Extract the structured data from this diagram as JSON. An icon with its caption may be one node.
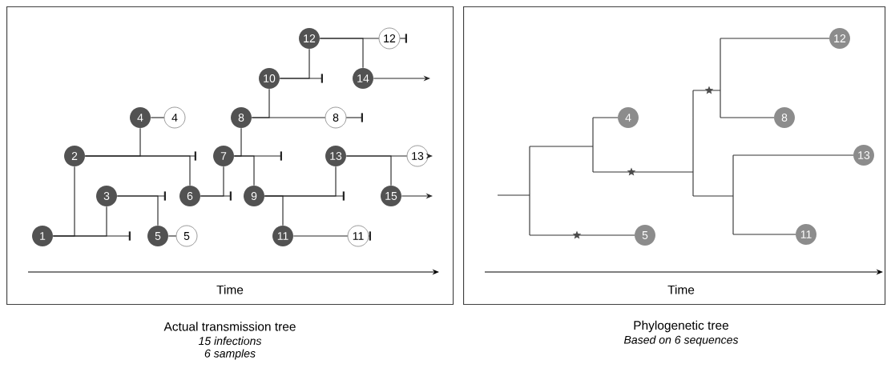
{
  "diagram": {
    "nodes": [
      {
        "text": [
          "Time"
        ]
      },
      {
        "text": [
          "1"
        ],
        "in": 0
      },
      {
        "text": [
          "2"
        ],
        "in": 0
      },
      {
        "text": [
          "3"
        ],
        "in": 0
      },
      {
        "text": [
          "4"
        ],
        "in": 0
      },
      {
        "text": [
          "5"
        ],
        "in": 0
      },
      {
        "text": [
          "6"
        ],
        "in": 0
      },
      {
        "text": [
          "7"
        ],
        "in": 0
      },
      {
        "text": [
          "8"
        ],
        "in": 0
      },
      {
        "text": [
          "9"
        ],
        "in": 0
      },
      {
        "text": [
          "10"
        ],
        "in": 0
      },
      {
        "text": [
          "11"
        ],
        "in": 0
      },
      {
        "text": [
          "12"
        ],
        "in": 0
      },
      {
        "text": [
          "13"
        ],
        "in": 0
      },
      {
        "text": [
          "14"
        ],
        "in": 0
      },
      {
        "text": [
          "15"
        ],
        "in": 0
      },
      {
        "text": [
          "4"
        ],
        "in": 0
      },
      {
        "text": [
          "5"
        ],
        "in": 0
      },
      {
        "text": [
          "8"
        ],
        "in": 0
      },
      {
        "text": [
          "11"
        ],
        "in": 0
      },
      {
        "text": [
          "12"
        ],
        "in": 0
      },
      {
        "text": [
          "13"
        ],
        "in": 0
      },
      {
        "text": [
          "Time"
        ]
      },
      {
        "text": [
          "12"
        ],
        "in": 22
      },
      {
        "text": [
          "4"
        ],
        "in": 22
      },
      {
        "text": [
          "8"
        ],
        "in": 22
      },
      {
        "text": [
          "13"
        ],
        "in": 22
      },
      {
        "text": [
          "11"
        ],
        "in": 22
      },
      {
        "text": [
          "5"
        ],
        "in": 22
      }
    ],
    "edges": [
      {
        "from": 1,
        "to": 2,
        "arrow": "none"
      },
      {
        "from": 1,
        "to": 3,
        "arrow": "none"
      },
      {
        "from": 2,
        "to": 4,
        "arrow": "none"
      },
      {
        "from": 2,
        "to": 6,
        "arrow": "none"
      },
      {
        "from": 3,
        "to": 5,
        "arrow": "none"
      },
      {
        "from": 6,
        "to": 7,
        "arrow": "none"
      },
      {
        "from": 7,
        "to": 8,
        "arrow": "none"
      },
      {
        "from": 7,
        "to": 9,
        "arrow": "none"
      },
      {
        "from": 8,
        "to": 10,
        "arrow": "none"
      },
      {
        "from": 9,
        "to": 11,
        "arrow": "none"
      },
      {
        "from": 9,
        "to": 13,
        "arrow": "none"
      },
      {
        "from": 10,
        "to": 12,
        "arrow": "none"
      },
      {
        "from": 12,
        "to": 14,
        "arrow": "none"
      },
      {
        "from": 13,
        "to": 15,
        "arrow": "none"
      },
      {
        "from": 4,
        "to": 16,
        "arrow": "none"
      },
      {
        "from": 5,
        "to": 17,
        "arrow": "none"
      },
      {
        "from": 8,
        "to": 18,
        "arrow": "none"
      },
      {
        "from": 11,
        "to": 19,
        "arrow": "none"
      },
      {
        "from": 12,
        "to": 20,
        "arrow": "none"
      },
      {
        "from": 13,
        "to": 21,
        "arrow": "none"
      },
      {
        "from": 1,
        "to": null,
        "arrow": "other"
      },
      {
        "from": 2,
        "to": null,
        "arrow": "other"
      },
      {
        "from": 3,
        "to": null,
        "arrow": "other"
      },
      {
        "from": 6,
        "to": null,
        "arrow": "other"
      },
      {
        "from": 7,
        "to": null,
        "arrow": "other"
      },
      {
        "from": 9,
        "to": null,
        "arrow": "other"
      },
      {
        "from": 10,
        "to": null,
        "arrow": "other"
      },
      {
        "from": 18,
        "to": null,
        "arrow": "other"
      },
      {
        "from": 19,
        "to": null,
        "arrow": "other"
      },
      {
        "from": 20,
        "to": null,
        "arrow": "other"
      },
      {
        "from": 21,
        "to": null,
        "arrow": "to"
      },
      {
        "from": 14,
        "to": null,
        "arrow": "to"
      },
      {
        "from": 15,
        "to": null,
        "arrow": "to"
      }
    ],
    "labels": [
      "Actual transmission tree",
      "15 infections",
      "6 samples",
      "Phylogenetic tree",
      "Based on 6 sequences"
    ]
  }
}
